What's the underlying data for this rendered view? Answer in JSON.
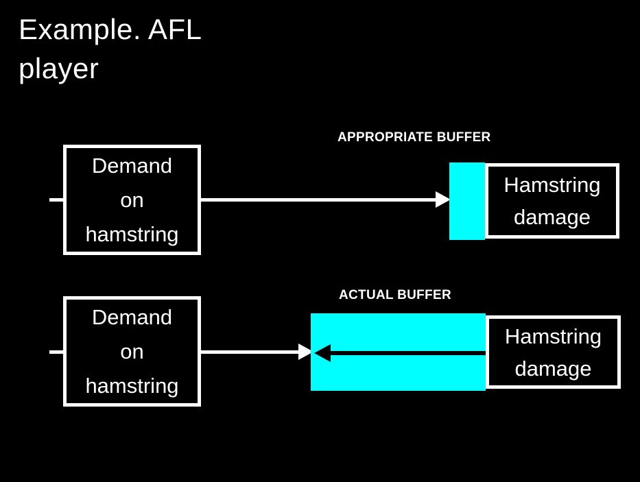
{
  "title": {
    "lines": [
      "Example. AFL",
      "player"
    ]
  },
  "diagram_top": {
    "label": "APPROPRIATE BUFFER",
    "demand_lines": [
      "Demand",
      "on",
      "hamstring"
    ],
    "damage_lines": [
      "Hamstring",
      "damage"
    ]
  },
  "diagram_bottom": {
    "label": "ACTUAL BUFFER",
    "demand_lines": [
      "Demand",
      "on",
      "hamstring"
    ],
    "damage_lines": [
      "Hamstring",
      "damage"
    ]
  },
  "colors": {
    "background": "#000000",
    "text": "#FFFFFF",
    "box_border": "#FFFFFF",
    "buffer": "#00FFFF",
    "arrow_dark": "#000000"
  }
}
